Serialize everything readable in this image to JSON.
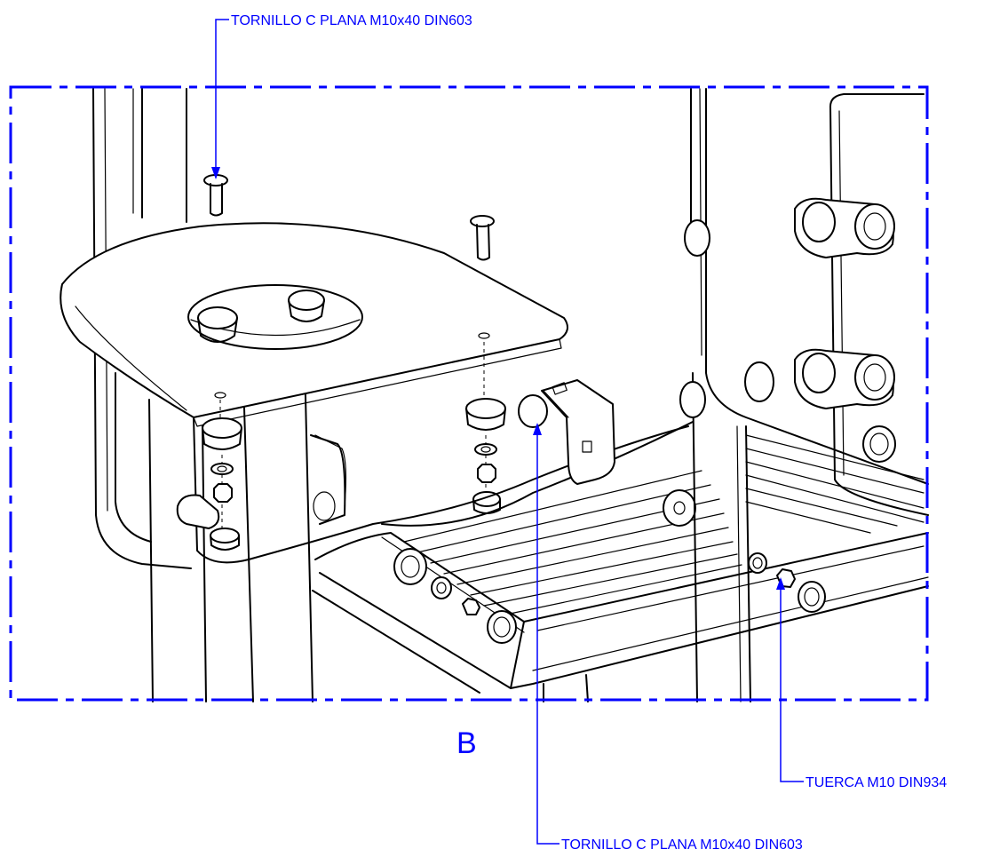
{
  "diagram": {
    "detail_view_label": "B",
    "callouts": [
      {
        "id": "bolt-top",
        "text": "TORNILLO C PLANA M10x40 DIN603"
      },
      {
        "id": "nut-right",
        "text": "TUERCA M10 DIN934"
      },
      {
        "id": "bolt-bottom",
        "text": "TORNILLO C PLANA M10x40 DIN603"
      }
    ]
  },
  "colors": {
    "annotation": "#0000ff",
    "linework": "#000000",
    "background": "#ffffff"
  }
}
